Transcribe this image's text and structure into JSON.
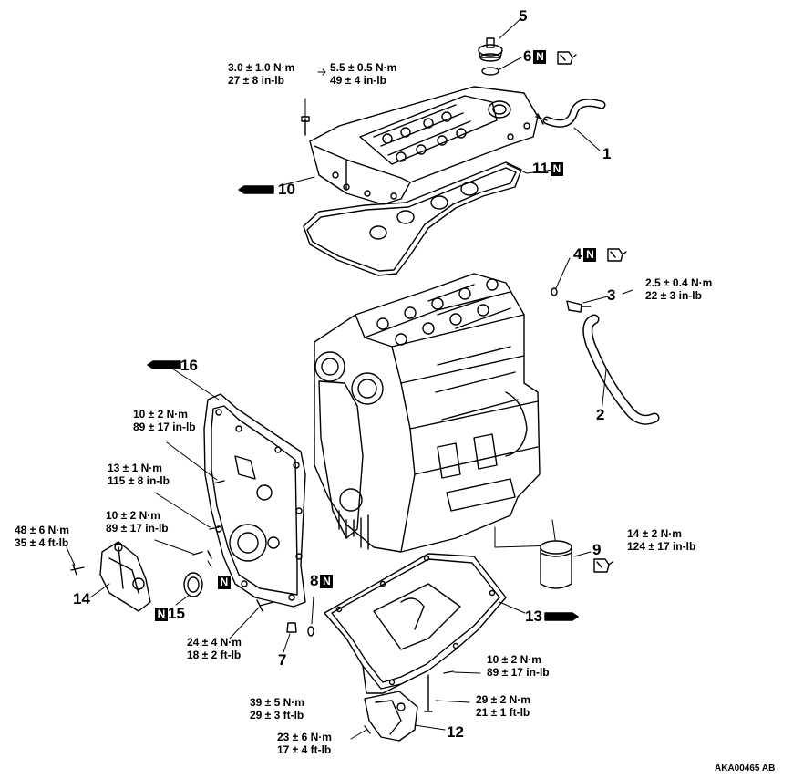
{
  "callouts": {
    "c1": "1",
    "c2": "2",
    "c3": "3",
    "c4": "4",
    "c5": "5",
    "c6": "6",
    "c7": "7",
    "c8": "8",
    "c9": "9",
    "c10": "10",
    "c11": "11",
    "c12": "12",
    "c13": "13",
    "c14": "14",
    "c15": "15",
    "c16": "16"
  },
  "new_part_mark": "N",
  "torque_specs": {
    "t_cover_a1": "3.0 ± 1.0 N·m",
    "t_cover_a2": "27 ± 8 in-lb",
    "t_cover_b1": "5.5 ± 0.5 N·m",
    "t_cover_b2": "49 ± 4 in-lb",
    "t3_1": "2.5 ± 0.4 N·m",
    "t3_2": "22 ± 3 in-lb",
    "t_front1_1": "10 ± 2 N·m",
    "t_front1_2": "89 ± 17 in-lb",
    "t_front2_1": "13 ± 1 N·m",
    "t_front2_2": "115 ± 8 in-lb",
    "t_front3_1": "10 ± 2 N·m",
    "t_front3_2": "89 ± 17 in-lb",
    "t14_1": "48 ± 6 N·m",
    "t14_2": "35 ± 4 ft-lb",
    "t9_1": "14 ± 2 N·m",
    "t9_2": "124 ± 17 in-lb",
    "t_bolt24_1": "24 ± 4 N·m",
    "t_bolt24_2": "18 ± 2 ft-lb",
    "t7_1": "39 ± 5 N·m",
    "t7_2": "29 ± 3 ft-lb",
    "t_pan_1": "10 ± 2 N·m",
    "t_pan_2": "89 ± 17 in-lb",
    "t_bracket_1": "29 ± 2 N·m",
    "t_bracket_2": "21 ± 1 ft-lb",
    "t12_1": "23 ± 6 N·m",
    "t12_2": "17 ± 4 ft-lb"
  },
  "figure_code": "AKA00465 AB",
  "colors": {
    "ink": "#000000",
    "paper": "#ffffff"
  }
}
